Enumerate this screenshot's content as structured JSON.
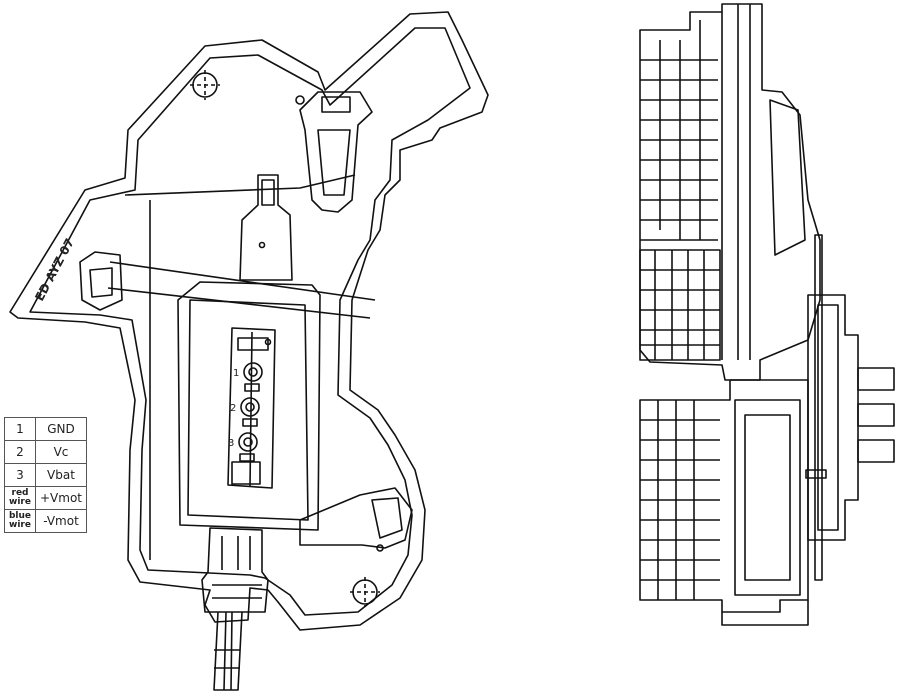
{
  "part_marking": "ED AYZ 07",
  "pin_labels": [
    "1",
    "2",
    "3"
  ],
  "pinout": [
    {
      "pin": "1",
      "signal": "GND"
    },
    {
      "pin": "2",
      "signal": "Vc"
    },
    {
      "pin": "3",
      "signal": "Vbat"
    },
    {
      "pin": "red\nwire",
      "signal": "+Vmot"
    },
    {
      "pin": "blue\nwire",
      "signal": "-Vmot"
    }
  ]
}
